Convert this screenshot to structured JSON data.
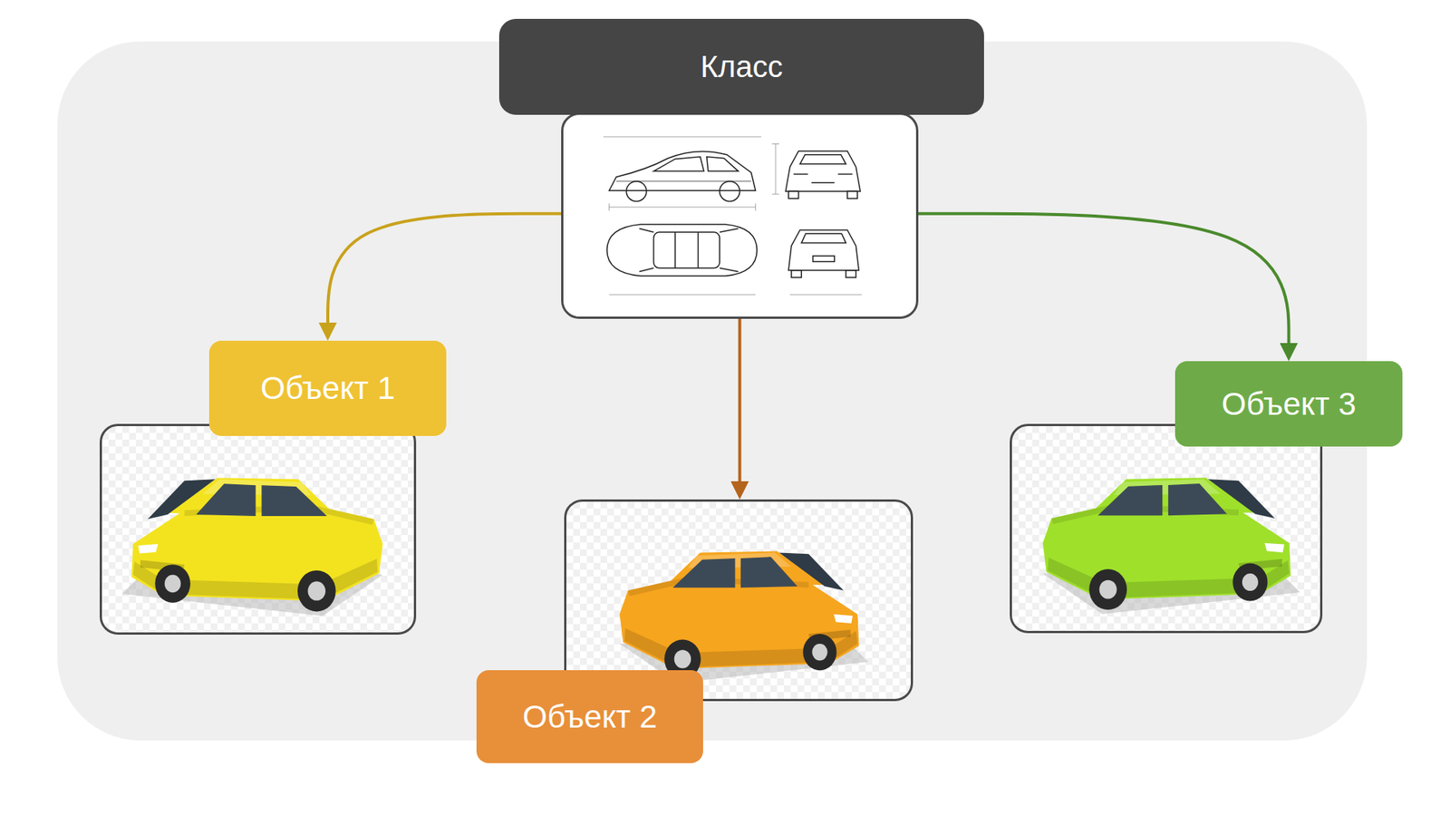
{
  "diagram": {
    "nodes": [
      {
        "text": [
          "Класс"
        ]
      },
      {
        "text": [
          "Объект 1"
        ]
      },
      {
        "text": [
          "Объект 2"
        ]
      },
      {
        "text": [
          "Объект 3"
        ]
      }
    ],
    "edges": [
      {
        "from": 0,
        "to": 1,
        "arrow": "to"
      },
      {
        "from": 0,
        "to": 2,
        "arrow": "to"
      },
      {
        "from": 0,
        "to": 3,
        "arrow": "to"
      }
    ]
  }
}
